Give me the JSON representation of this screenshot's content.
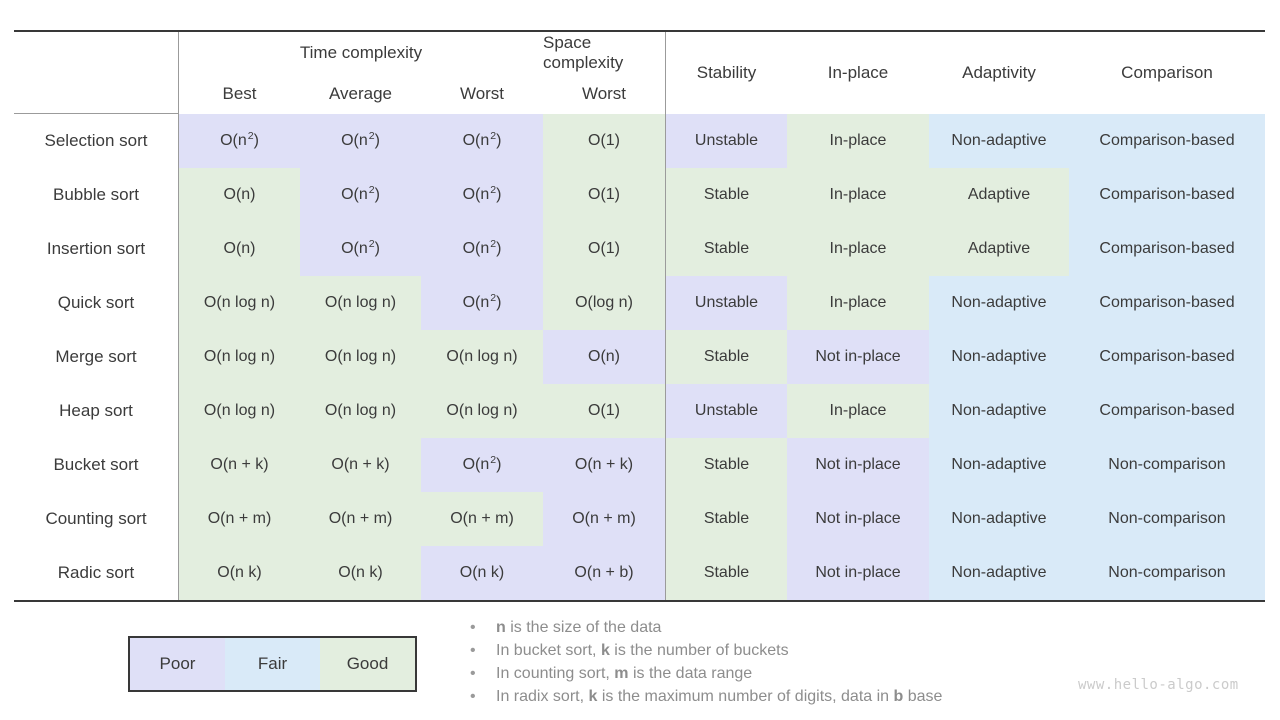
{
  "chart_data": {
    "type": "table",
    "header": {
      "group_time": "Time complexity",
      "group_space": "Space complexity",
      "sub_columns": [
        "Best",
        "Average",
        "Worst",
        "Worst"
      ],
      "attribute_columns": [
        "Stability",
        "In-place",
        "Adaptivity",
        "Comparison"
      ]
    },
    "rating_colors": {
      "poor": "#dfe0f7",
      "fair": "#d9eaf8",
      "good": "#e3eedf"
    },
    "rows": [
      {
        "label": "Selection sort",
        "cells": [
          {
            "text": "O(n²)",
            "rating": "poor"
          },
          {
            "text": "O(n²)",
            "rating": "poor"
          },
          {
            "text": "O(n²)",
            "rating": "poor"
          },
          {
            "text": "O(1)",
            "rating": "good"
          },
          {
            "text": "Unstable",
            "rating": "poor"
          },
          {
            "text": "In-place",
            "rating": "good"
          },
          {
            "text": "Non-adaptive",
            "rating": "fair"
          },
          {
            "text": "Comparison-based",
            "rating": "fair"
          }
        ]
      },
      {
        "label": "Bubble sort",
        "cells": [
          {
            "text": "O(n)",
            "rating": "good"
          },
          {
            "text": "O(n²)",
            "rating": "poor"
          },
          {
            "text": "O(n²)",
            "rating": "poor"
          },
          {
            "text": "O(1)",
            "rating": "good"
          },
          {
            "text": "Stable",
            "rating": "good"
          },
          {
            "text": "In-place",
            "rating": "good"
          },
          {
            "text": "Adaptive",
            "rating": "good"
          },
          {
            "text": "Comparison-based",
            "rating": "fair"
          }
        ]
      },
      {
        "label": "Insertion sort",
        "cells": [
          {
            "text": "O(n)",
            "rating": "good"
          },
          {
            "text": "O(n²)",
            "rating": "poor"
          },
          {
            "text": "O(n²)",
            "rating": "poor"
          },
          {
            "text": "O(1)",
            "rating": "good"
          },
          {
            "text": "Stable",
            "rating": "good"
          },
          {
            "text": "In-place",
            "rating": "good"
          },
          {
            "text": "Adaptive",
            "rating": "good"
          },
          {
            "text": "Comparison-based",
            "rating": "fair"
          }
        ]
      },
      {
        "label": "Quick sort",
        "cells": [
          {
            "text": "O(n log n)",
            "rating": "good"
          },
          {
            "text": "O(n log n)",
            "rating": "good"
          },
          {
            "text": "O(n²)",
            "rating": "poor"
          },
          {
            "text": "O(log n)",
            "rating": "good"
          },
          {
            "text": "Unstable",
            "rating": "poor"
          },
          {
            "text": "In-place",
            "rating": "good"
          },
          {
            "text": "Non-adaptive",
            "rating": "fair"
          },
          {
            "text": "Comparison-based",
            "rating": "fair"
          }
        ]
      },
      {
        "label": "Merge sort",
        "cells": [
          {
            "text": "O(n log n)",
            "rating": "good"
          },
          {
            "text": "O(n log n)",
            "rating": "good"
          },
          {
            "text": "O(n log n)",
            "rating": "good"
          },
          {
            "text": "O(n)",
            "rating": "poor"
          },
          {
            "text": "Stable",
            "rating": "good"
          },
          {
            "text": "Not in-place",
            "rating": "poor"
          },
          {
            "text": "Non-adaptive",
            "rating": "fair"
          },
          {
            "text": "Comparison-based",
            "rating": "fair"
          }
        ]
      },
      {
        "label": "Heap sort",
        "cells": [
          {
            "text": "O(n log n)",
            "rating": "good"
          },
          {
            "text": "O(n log n)",
            "rating": "good"
          },
          {
            "text": "O(n log n)",
            "rating": "good"
          },
          {
            "text": "O(1)",
            "rating": "good"
          },
          {
            "text": "Unstable",
            "rating": "poor"
          },
          {
            "text": "In-place",
            "rating": "good"
          },
          {
            "text": "Non-adaptive",
            "rating": "fair"
          },
          {
            "text": "Comparison-based",
            "rating": "fair"
          }
        ]
      },
      {
        "label": "Bucket sort",
        "cells": [
          {
            "text": "O(n + k)",
            "rating": "good"
          },
          {
            "text": "O(n + k)",
            "rating": "good"
          },
          {
            "text": "O(n²)",
            "rating": "poor"
          },
          {
            "text": "O(n + k)",
            "rating": "poor"
          },
          {
            "text": "Stable",
            "rating": "good"
          },
          {
            "text": "Not in-place",
            "rating": "poor"
          },
          {
            "text": "Non-adaptive",
            "rating": "fair"
          },
          {
            "text": "Non-comparison",
            "rating": "fair"
          }
        ]
      },
      {
        "label": "Counting sort",
        "cells": [
          {
            "text": "O(n + m)",
            "rating": "good"
          },
          {
            "text": "O(n + m)",
            "rating": "good"
          },
          {
            "text": "O(n + m)",
            "rating": "good"
          },
          {
            "text": "O(n + m)",
            "rating": "poor"
          },
          {
            "text": "Stable",
            "rating": "good"
          },
          {
            "text": "Not in-place",
            "rating": "poor"
          },
          {
            "text": "Non-adaptive",
            "rating": "fair"
          },
          {
            "text": "Non-comparison",
            "rating": "fair"
          }
        ]
      },
      {
        "label": "Radic sort",
        "cells": [
          {
            "text": "O(n k)",
            "rating": "good"
          },
          {
            "text": "O(n k)",
            "rating": "good"
          },
          {
            "text": "O(n k)",
            "rating": "poor"
          },
          {
            "text": "O(n + b)",
            "rating": "poor"
          },
          {
            "text": "Stable",
            "rating": "good"
          },
          {
            "text": "Not in-place",
            "rating": "poor"
          },
          {
            "text": "Non-adaptive",
            "rating": "fair"
          },
          {
            "text": "Non-comparison",
            "rating": "fair"
          }
        ]
      }
    ]
  },
  "legend": {
    "items": [
      {
        "label": "Poor",
        "rating": "poor"
      },
      {
        "label": "Fair",
        "rating": "fair"
      },
      {
        "label": "Good",
        "rating": "good"
      }
    ]
  },
  "notes": [
    [
      {
        "text": "n",
        "bold": true
      },
      {
        "text": " is the size of the data",
        "bold": false
      }
    ],
    [
      {
        "text": "In bucket sort, ",
        "bold": false
      },
      {
        "text": "k",
        "bold": true
      },
      {
        "text": " is the number of buckets",
        "bold": false
      }
    ],
    [
      {
        "text": "In counting sort, ",
        "bold": false
      },
      {
        "text": "m",
        "bold": true
      },
      {
        "text": " is the data range",
        "bold": false
      }
    ],
    [
      {
        "text": "In radix sort, ",
        "bold": false
      },
      {
        "text": "k",
        "bold": true
      },
      {
        "text": " is the maximum number of digits, data in ",
        "bold": false
      },
      {
        "text": "b",
        "bold": true
      },
      {
        "text": " base",
        "bold": false
      }
    ]
  ],
  "watermark": {
    "text": "www.hello-algo.com"
  },
  "bullet_glyph": "•"
}
